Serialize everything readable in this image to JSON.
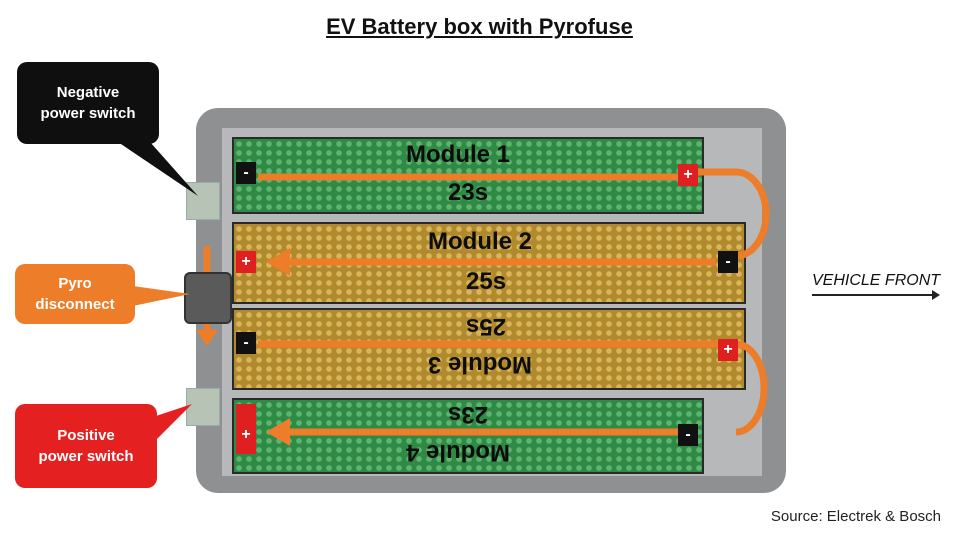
{
  "title": "EV Battery box with Pyrofuse",
  "source": "Source: Electrek & Bosch",
  "vehicle_front": "VEHICLE FRONT",
  "callouts": {
    "negative": "Negative\npower switch",
    "pyro": "Pyro\ndisconnect",
    "positive": "Positive\npower switch"
  },
  "modules": [
    {
      "name": "Module 1",
      "cells": "23s",
      "color": "#2f8a45"
    },
    {
      "name": "Module 2",
      "cells": "25s",
      "color": "#b08a2c"
    },
    {
      "name": "Module 3",
      "cells": "25s",
      "color": "#b08a2c"
    },
    {
      "name": "Module 4",
      "cells": "23s",
      "color": "#2f8a45"
    }
  ],
  "terminals": {
    "positive": "+",
    "negative": "-"
  },
  "colors": {
    "current_flow": "#ee7d2a",
    "positive_terminal": "#e02020",
    "negative_terminal": "#111111"
  }
}
